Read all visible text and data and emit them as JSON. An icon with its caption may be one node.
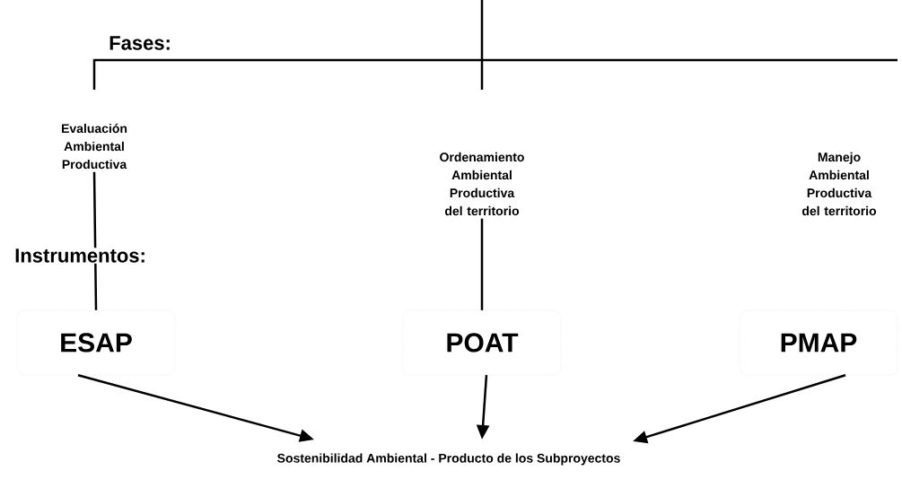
{
  "diagram": {
    "nodes": [
      {
        "text": [
          "Evaluación Ambiental Productiva"
        ]
      },
      {
        "text": [
          "Ordenamiento Ambiental Productiva del territorio"
        ]
      },
      {
        "text": [
          "Manejo Ambiental Productiva del territorio"
        ]
      },
      {
        "text": [
          "ESAP"
        ]
      },
      {
        "text": [
          "POAT"
        ]
      },
      {
        "text": [
          "PMAP"
        ]
      },
      {
        "text": [
          "Sostenibilidad Ambiental - Producto de los Subproyectos"
        ]
      }
    ],
    "edges": [
      {
        "from": 0,
        "to": 3,
        "arrow": "none"
      },
      {
        "from": 1,
        "to": 4,
        "arrow": "none"
      },
      {
        "from": 3,
        "to": 6,
        "arrow": "to"
      },
      {
        "from": 4,
        "to": 6,
        "arrow": "to"
      },
      {
        "from": 5,
        "to": 6,
        "arrow": "to"
      }
    ],
    "labels": [
      "Fases:",
      "Instrumentos:"
    ]
  }
}
